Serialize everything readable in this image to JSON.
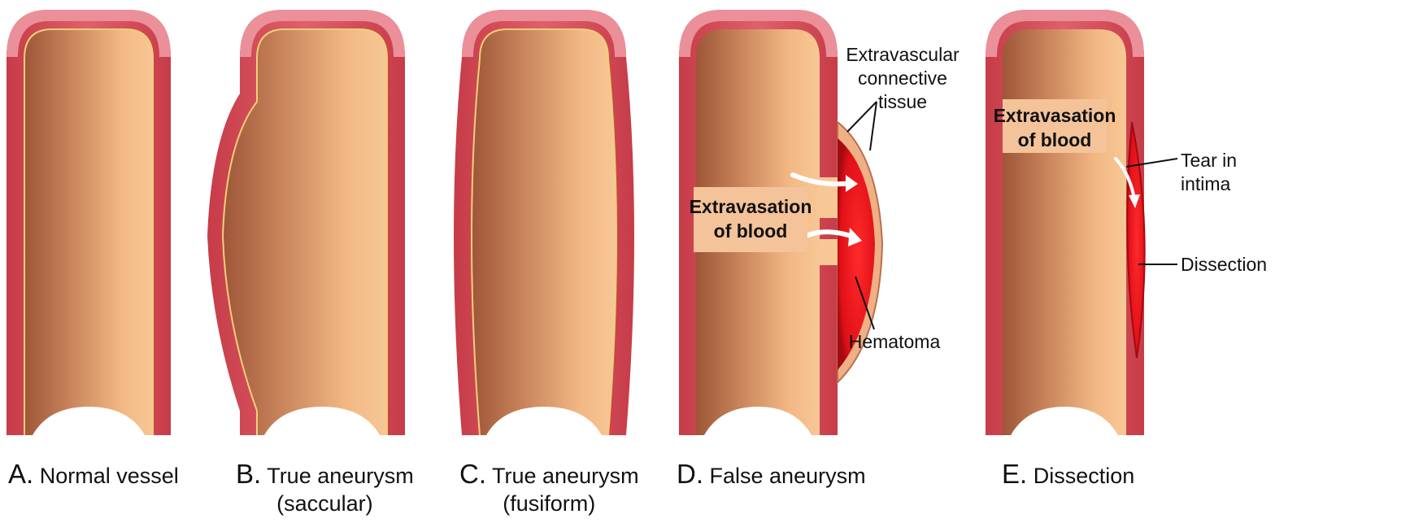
{
  "panels": [
    {
      "letter": "A.",
      "title": "Normal vessel",
      "subtitle": ""
    },
    {
      "letter": "B.",
      "title": "True aneurysm",
      "subtitle": "(saccular)"
    },
    {
      "letter": "C.",
      "title": "True aneurysm",
      "subtitle": "(fusiform)"
    },
    {
      "letter": "D.",
      "title": "False aneurysm",
      "subtitle": ""
    },
    {
      "letter": "E.",
      "title": "Dissection",
      "subtitle": ""
    }
  ],
  "labels": {
    "d_extravascular": [
      "Extravascular",
      "connective",
      "tissue"
    ],
    "d_extravasation": [
      "Extravasation",
      "of blood"
    ],
    "d_hematoma": "Hematoma",
    "e_extravasation": [
      "Extravasation",
      "of blood"
    ],
    "e_tear": [
      "Tear in",
      "intima"
    ],
    "e_dissection": "Dissection"
  },
  "colors": {
    "wall": "#d24a55",
    "wall_light": "#ea8e98",
    "lumen_dark": "#a35b3c",
    "lumen_light": "#f6c08e",
    "intima": "#f4d27a",
    "blood": "#e4161c",
    "label_box": "#f4c39a"
  }
}
